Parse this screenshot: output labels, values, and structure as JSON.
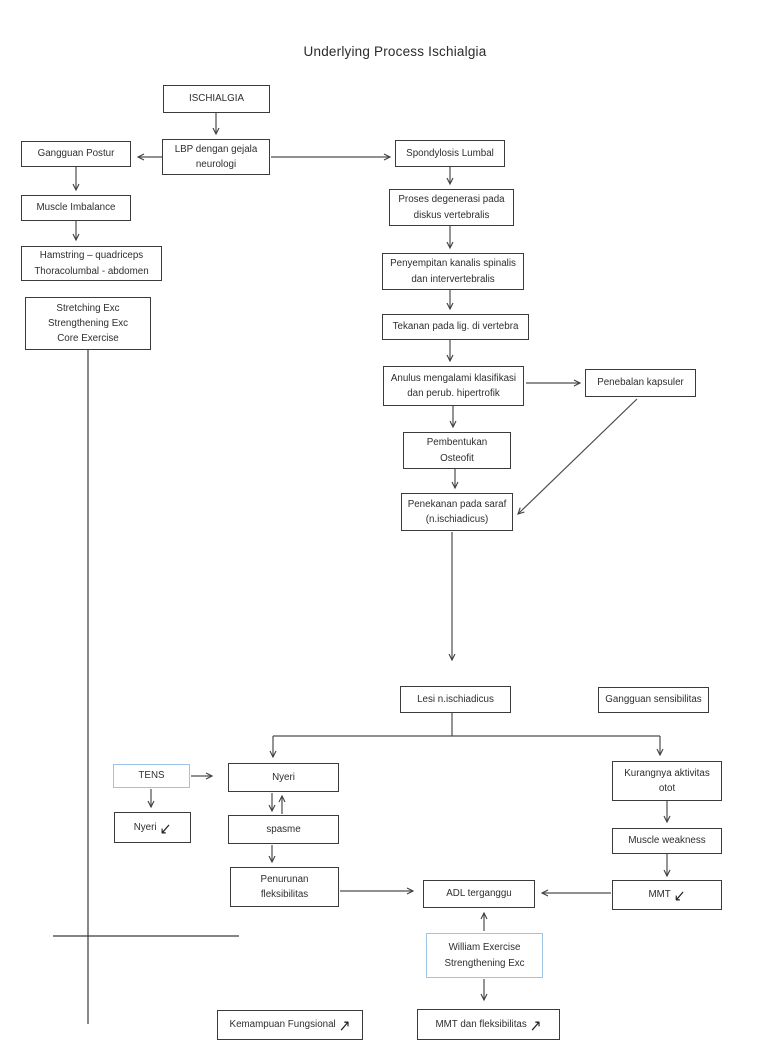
{
  "page": {
    "title": "Underlying Process Ischialgia"
  },
  "colors": {
    "box_border": "#3b3b3b",
    "accent_blue": "#9dc3e6",
    "line": "#4d4d4d",
    "text": "#2e2e2e"
  },
  "icons": {
    "arrow_down_left": "↙",
    "arrow_up_right": "↗"
  },
  "nodes": {
    "ischialgia": {
      "label": "ISCHIALGIA"
    },
    "lbp": {
      "label": "LBP dengan gejala\nneurologi"
    },
    "gangguan_postur": {
      "label": "Gangguan Postur"
    },
    "muscle_imbalance": {
      "label": "Muscle Imbalance"
    },
    "hamstring": {
      "label": "Hamstring – quadriceps\nThoracolumbal - abdomen"
    },
    "stretching": {
      "label": "Stretching Exc\nStrengthening Exc\nCore Exercise"
    },
    "spondylosis": {
      "label": "Spondylosis Lumbal"
    },
    "proses_degenerasi": {
      "label": "Proses degenerasi pada\ndiskus vertebralis"
    },
    "penyempitan": {
      "label": "Penyempitan kanalis spinalis\ndan intervertebralis"
    },
    "tekanan": {
      "label": "Tekanan pada lig. di vertebra"
    },
    "anulus": {
      "label": "Anulus mengalami klasifikasi\ndan perub. hipertrofik"
    },
    "penebalan": {
      "label": "Penebalan kapsuler"
    },
    "pembentukan": {
      "label": "Pembentukan\nOsteofit"
    },
    "penekanan": {
      "label": "Penekanan pada saraf\n(n.ischiadicus)"
    },
    "lesi": {
      "label": "Lesi n.ischiadicus"
    },
    "gangguan_sensibilitas": {
      "label": "Gangguan sensibilitas"
    },
    "tens": {
      "label": "TENS"
    },
    "nyeri": {
      "label": "Nyeri"
    },
    "nyeri_outcome": {
      "label": "Nyeri"
    },
    "spasme": {
      "label": "spasme"
    },
    "penurunan": {
      "label": "Penurunan\nfleksibilitas"
    },
    "adl": {
      "label": "ADL terganggu"
    },
    "kurangnya": {
      "label": "Kurangnya aktivitas\notot"
    },
    "muscle_weakness": {
      "label": "Muscle weakness"
    },
    "mmt": {
      "label": "MMT"
    },
    "william": {
      "label": "William Exercise\nStrengthening Exc"
    },
    "kemampuan_fungsional": {
      "label": "Kemampuan Fungsional"
    },
    "mmt_fleksibilitas": {
      "label": "MMT dan fleksibilitas"
    }
  }
}
